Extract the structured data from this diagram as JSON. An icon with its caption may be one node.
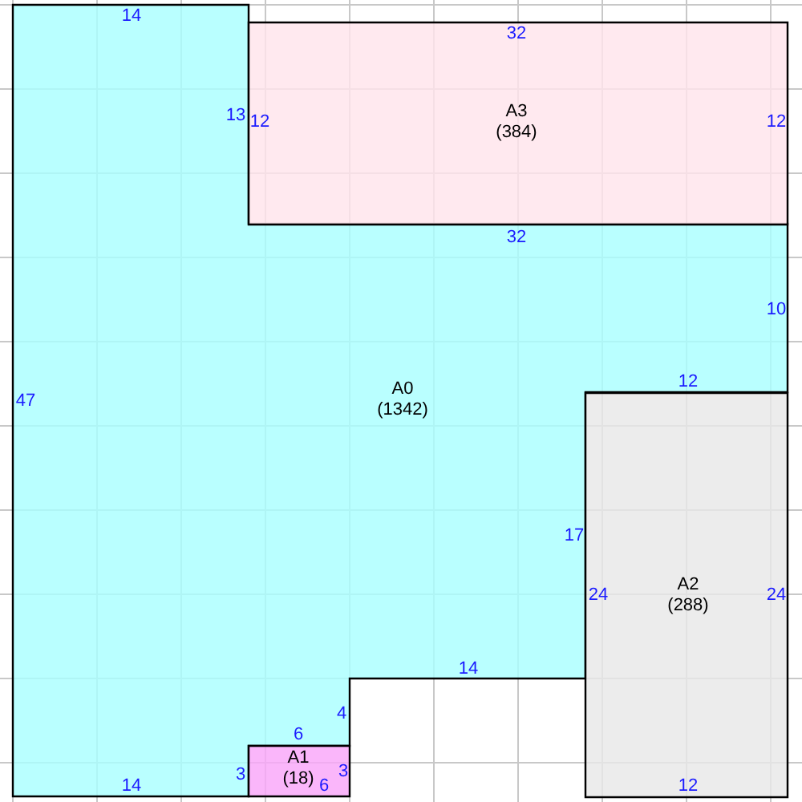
{
  "diagram": {
    "nodes": [
      {
        "text": [
          "A0",
          "(1342)"
        ]
      },
      {
        "text": [
          "A3",
          "(384)"
        ]
      },
      {
        "text": [
          "A2",
          "(288)"
        ]
      },
      {
        "text": [
          "A1",
          "(18)"
        ]
      }
    ],
    "labels": [
      "14",
      "32",
      "13",
      "12",
      "12",
      "32",
      "10",
      "12",
      "47",
      "17",
      "24",
      "24",
      "14",
      "4",
      "6",
      "3",
      "3",
      "14",
      "6",
      "12"
    ]
  }
}
